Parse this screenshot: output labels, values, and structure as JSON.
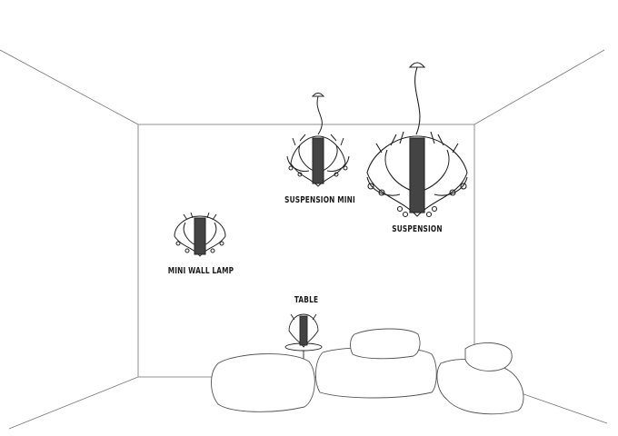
{
  "labels": {
    "suspension_mini": "SUSPENSION MINI",
    "suspension": "SUSPENSION",
    "mini_wall_lamp": "MINI WALL LAMP",
    "table": "TABLE"
  },
  "colors": {
    "line": "#555555",
    "ink": "#1a1a1a"
  }
}
